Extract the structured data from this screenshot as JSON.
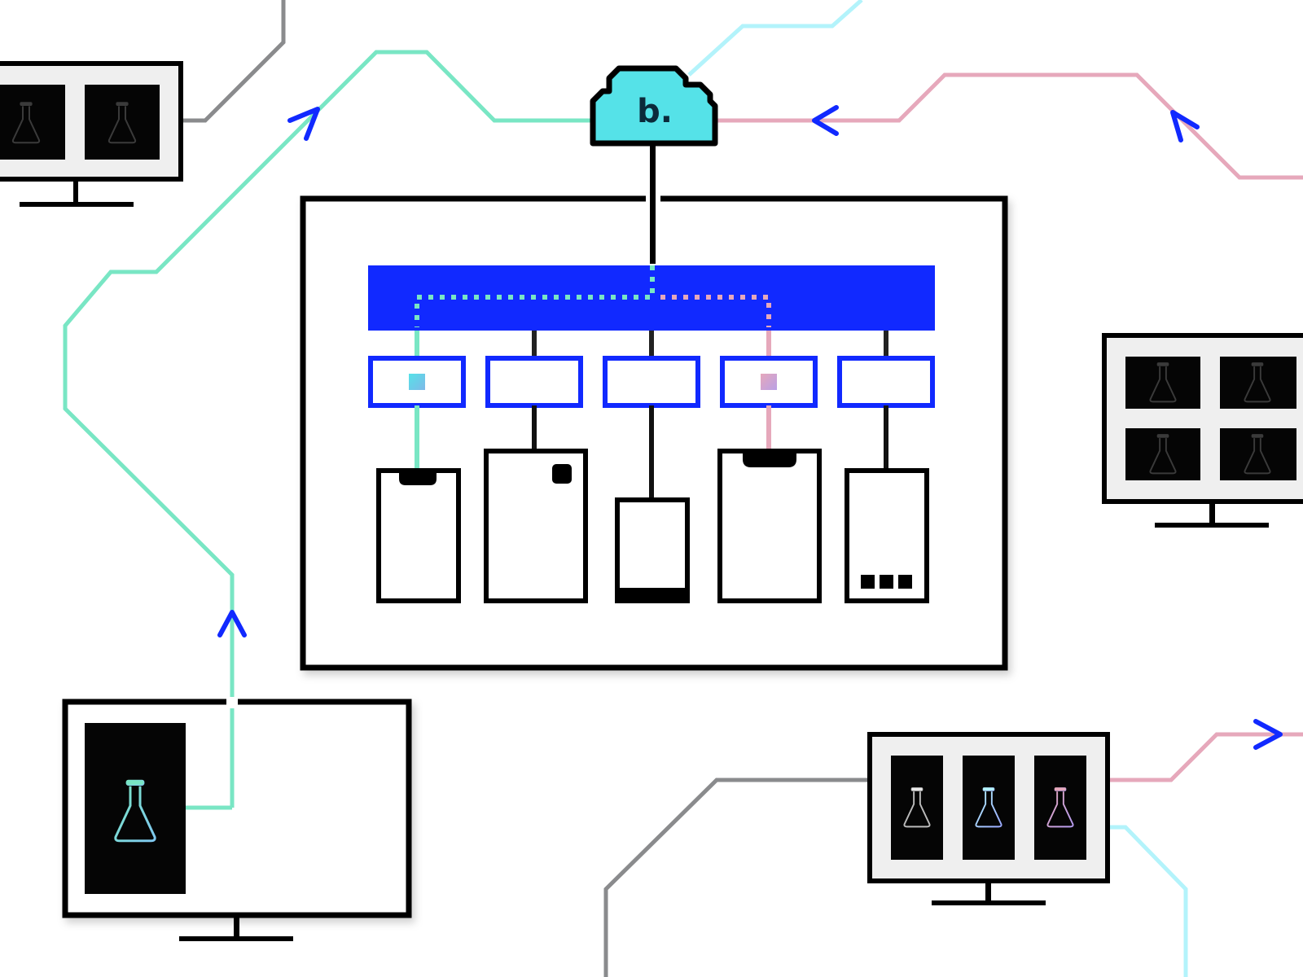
{
  "cloud": {
    "label": "b."
  },
  "colors": {
    "teal": "#79e6c4",
    "cyan_light": "#b3f3fb",
    "pink": "#e6a8bb",
    "gray": "#8a8b8d",
    "blue": "#1129ff",
    "cloud_fill": "#55e2e8",
    "black": "#000000",
    "panel_gray": "#efefef"
  },
  "icons": {
    "cloud": "cloud-icon",
    "flask": "flask-icon",
    "arrow": "chevron-arrow-icon",
    "monitor": "monitor-icon",
    "phone": "phone-icon",
    "tablet": "tablet-icon"
  },
  "hub": {
    "port_count": 5,
    "device_types": [
      "phone",
      "tablet",
      "small-device",
      "phone",
      "device-with-dots"
    ]
  },
  "monitors": [
    {
      "name": "top-left",
      "screens": 2
    },
    {
      "name": "right",
      "screens": 4
    },
    {
      "name": "bottom-left",
      "screens": 1
    },
    {
      "name": "bottom-right",
      "screens": 3
    }
  ]
}
